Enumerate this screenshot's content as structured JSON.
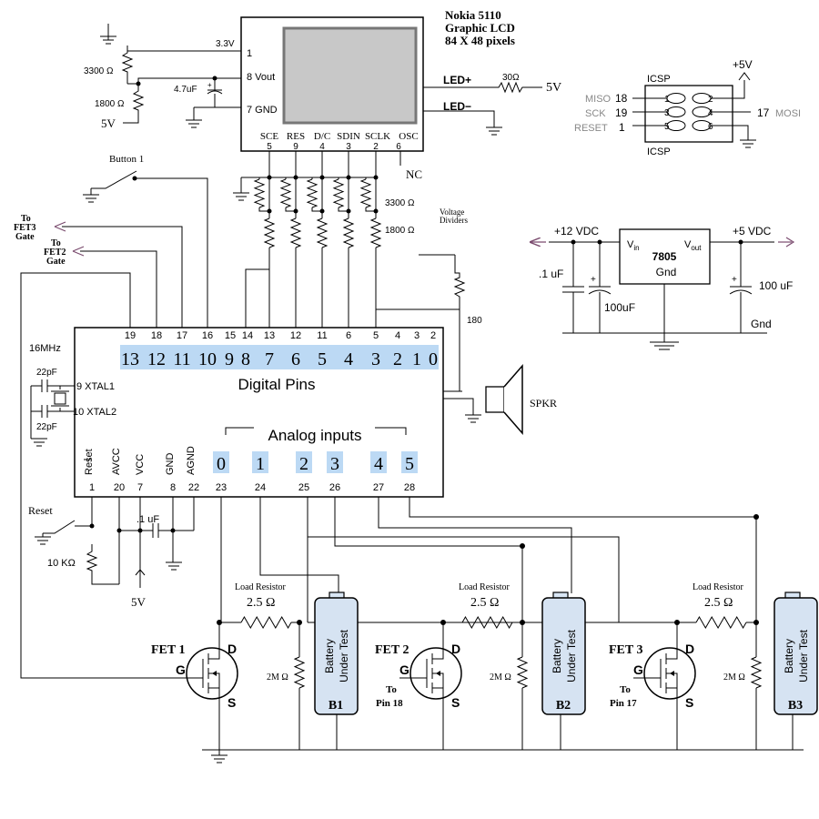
{
  "lcd": {
    "title1": "Nokia 5110",
    "title2": "Graphic LCD",
    "title3": "84 X 48 pixels",
    "pin1": "1",
    "pin_vout": "8 Vout",
    "pin_gnd": "7 GND",
    "led_plus": "LED+",
    "led_minus": "LED−",
    "sig_labels": [
      "SCE",
      "RES",
      "D/C",
      "SDIN",
      "SCLK",
      "OSC"
    ],
    "sig_pins": [
      "5",
      "9",
      "4",
      "3",
      "2",
      "6"
    ],
    "nc": "NC",
    "v33": "3.3V"
  },
  "lcd_power": {
    "r3300": "3300 Ω",
    "r1800": "1800 Ω",
    "v5": "5V",
    "cap": "4.7uF"
  },
  "led_supply": {
    "r30": "30Ω",
    "v5": "5V"
  },
  "icsp": {
    "title_top": "ICSP",
    "title_bottom": "ICSP",
    "pins": [
      "1",
      "2",
      "3",
      "4",
      "5",
      "6"
    ],
    "miso": "MISO",
    "miso_pin": "18",
    "sck": "SCK",
    "sck_pin": "19",
    "reset": "RESET",
    "reset_pin": "1",
    "mosi_pin": "17",
    "mosi": "MOSI",
    "vplus": "+5V"
  },
  "regulator": {
    "vin_label": "+12 VDC",
    "vout_label": "+5 VDC",
    "chip": "7805",
    "gnd": "Gnd",
    "vin": "V",
    "vin_sub": "in",
    "vout": "V",
    "vout_sub": "out",
    "c1": ".1 uF",
    "c2": "100uF",
    "c3": "100 uF",
    "gnd_label": "Gnd"
  },
  "dividers": {
    "r3300": "3300 Ω",
    "r1800": "1800 Ω",
    "note1": "Voltage",
    "note2": "Dividers"
  },
  "controls": {
    "button1": "Button 1",
    "fet3_gate": [
      "To",
      "FET3",
      "Gate"
    ],
    "fet2_gate": [
      "To",
      "FET2",
      "Gate"
    ],
    "reset": "Reset",
    "r10k": "10 KΩ",
    "v5": "5V",
    "cap": ".1 uF"
  },
  "mcu": {
    "top_pins": [
      "19",
      "18",
      "17",
      "16",
      "15",
      "14",
      "13",
      "12",
      "11",
      "6",
      "5",
      "4",
      "3",
      "2"
    ],
    "digital_labels": [
      "13",
      "12",
      "11",
      "10",
      "9",
      "8",
      "7",
      "6",
      "5",
      "4",
      "3",
      "2",
      "1",
      "0"
    ],
    "digital_title": "Digital Pins",
    "xtal": "16MHz",
    "cap22a": "22pF",
    "cap22b": "22pF",
    "xtal1": "9  XTAL1",
    "xtal2": "10 XTAL2",
    "analog_title": "Analog inputs",
    "analog_labels": [
      "0",
      "1",
      "2",
      "3",
      "4",
      "5"
    ],
    "bottom_labels": [
      "Reset",
      "AVCC",
      "VCC",
      "GND",
      "AGND"
    ],
    "bottom_pins": [
      "1",
      "20",
      "7",
      "8",
      "22",
      "23",
      "24",
      "25",
      "26",
      "27",
      "28"
    ]
  },
  "speaker": {
    "r": "180",
    "label": "SPKR"
  },
  "cells": [
    {
      "fet": "FET 1",
      "load": "Load Resistor",
      "r": "2.5 Ω",
      "r2m": "2M Ω",
      "batt1": "Battery",
      "batt2": "Under Test",
      "b": "B1",
      "to": "",
      "pin": ""
    },
    {
      "fet": "FET 2",
      "load": "Load Resistor",
      "r": "2.5 Ω",
      "r2m": "2M Ω",
      "batt1": "Battery",
      "batt2": "Under Test",
      "b": "B2",
      "to": "To",
      "pin": "Pin 18"
    },
    {
      "fet": "FET 3",
      "load": "Load Resistor",
      "r": "2.5 Ω",
      "r2m": "2M Ω",
      "batt1": "Battery",
      "batt2": "Under Test",
      "b": "B3",
      "to": "To",
      "pin": "Pin 17"
    }
  ],
  "fet_pins": {
    "g": "G",
    "d": "D",
    "s": "S"
  }
}
